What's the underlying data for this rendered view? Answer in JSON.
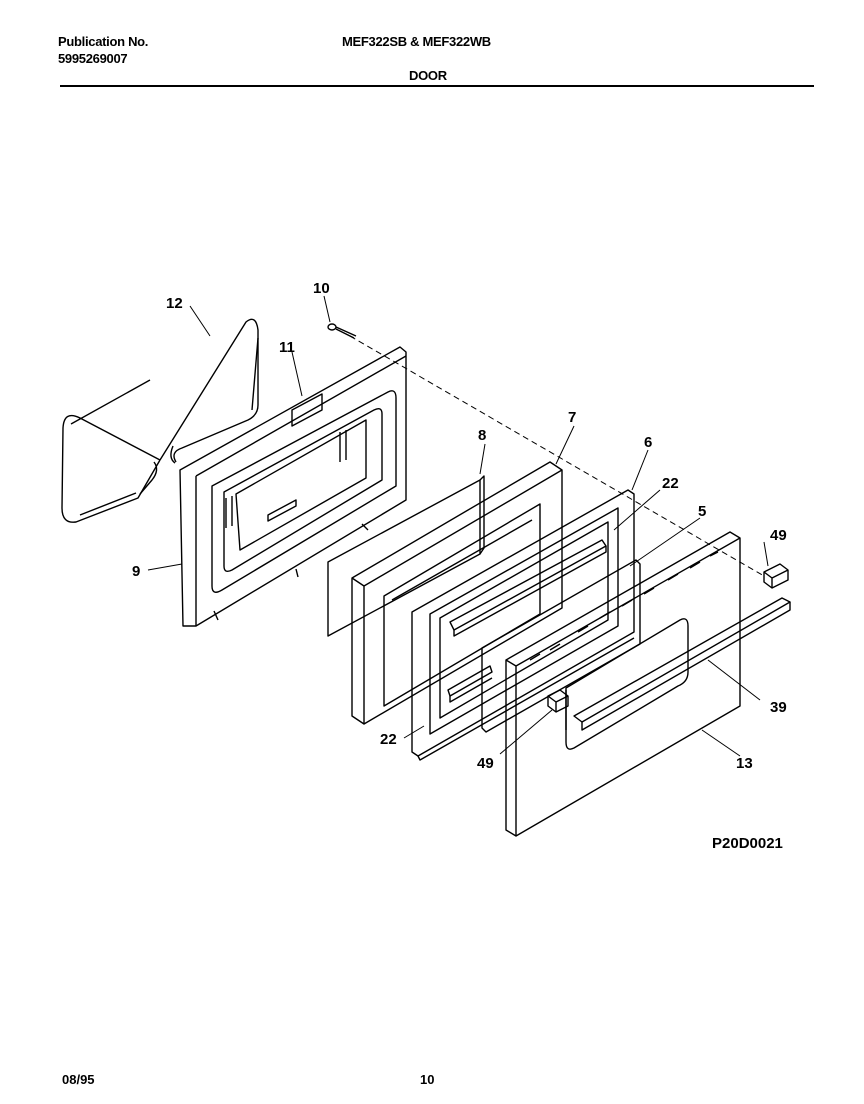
{
  "header": {
    "publication_label": "Publication No.",
    "publication_number": "5995269007",
    "model": "MEF322SB & MEF322WB",
    "section": "DOOR"
  },
  "diagram": {
    "callouts": [
      "12",
      "10",
      "11",
      "8",
      "7",
      "6",
      "22",
      "5",
      "49",
      "9",
      "39",
      "22",
      "49",
      "13"
    ],
    "drawing_code": "P20D0021"
  },
  "footer": {
    "date": "08/95",
    "page": "10"
  }
}
